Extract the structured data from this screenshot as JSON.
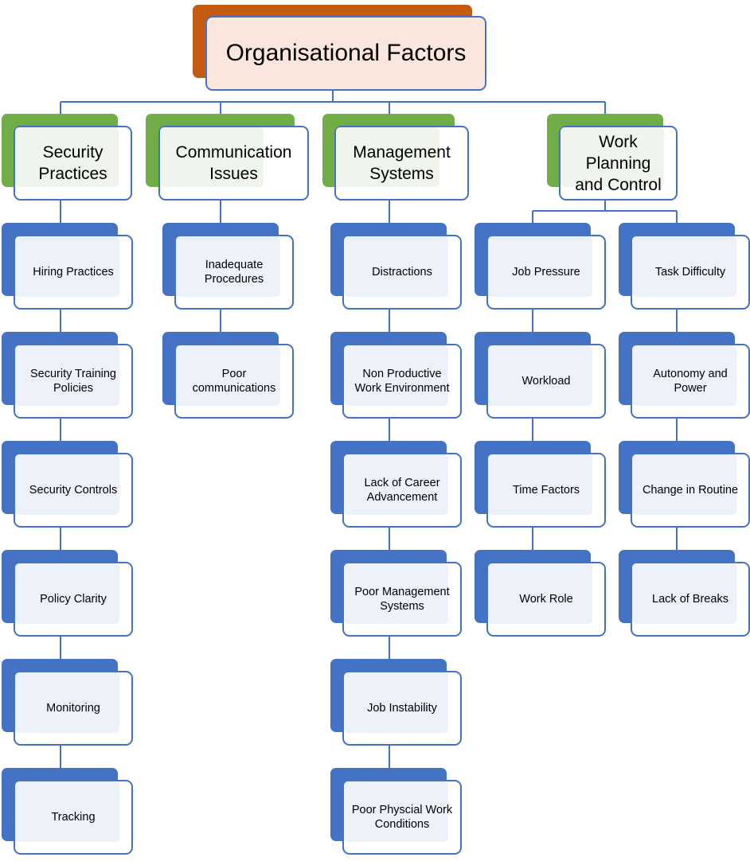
{
  "root": {
    "label": "Organisational Factors"
  },
  "colors": {
    "root": "#c55a11",
    "category": "#70ad47",
    "leaf": "#4472c4",
    "line": "#4472c4"
  },
  "categories": [
    {
      "label": "Security\nPractices",
      "items": [
        "Hiring Practices",
        "Security Training\nPolicies",
        "Security Controls",
        "Policy Clarity",
        "Monitoring",
        "Tracking"
      ]
    },
    {
      "label": "Communication\nIssues",
      "items": [
        "Inadequate\nProcedures",
        "Poor\ncommunications"
      ]
    },
    {
      "label": "Management\nSystems",
      "items": [
        "Distractions",
        "Non Productive\nWork Environment",
        "Lack of Career\nAdvancement",
        "Poor Management\nSystems",
        "Job Instability",
        "Poor Physcial Work\nConditions"
      ]
    },
    {
      "label": "Work\nPlanning\nand Control",
      "subcolumns": [
        [
          "Job Pressure",
          "Workload",
          "Time Factors",
          "Work Role"
        ],
        [
          "Task Difficulty",
          "Autonomy and\nPower",
          "Change in Routine",
          "Lack of Breaks"
        ]
      ]
    }
  ]
}
